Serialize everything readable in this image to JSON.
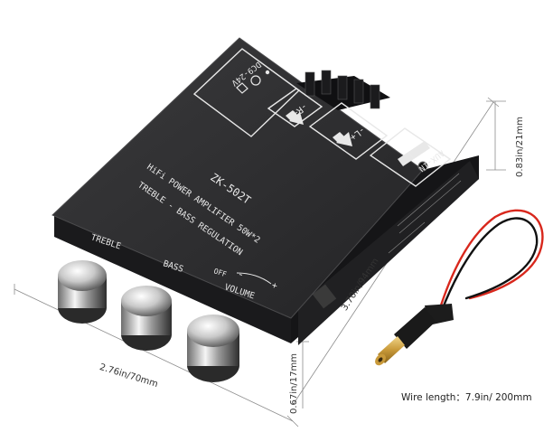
{
  "board": {
    "model": "ZK-502T",
    "line1": "HiFi POWER AMPLIFIER 50W*2",
    "line2": "TREBLE - BASS REGULATION",
    "power_label": "DC9-24V",
    "right_channel": "-R+",
    "left_channel": "-L+",
    "aux_label": "AUX-IN",
    "knob_treble": "TREBLE",
    "knob_bass": "BASS",
    "knob_volume": "VOLUME",
    "volume_off": "OFF",
    "volume_minus": "-",
    "volume_plus": "+"
  },
  "dimensions": {
    "width": "2.76in/70mm",
    "length": "3.70in/94mm",
    "height": "0.83in/21mm",
    "thickness": "0.67in/17mm"
  },
  "cable": {
    "caption": "Wire length：7.9in/ 200mm"
  },
  "colors": {
    "pcb_top": "#2b2b2d",
    "pcb_side": "#1a1a1c",
    "silkscreen": "#e8e8e8",
    "dimension_line": "#8c8c8c",
    "wire_red": "#d8271c",
    "wire_black": "#111111"
  }
}
